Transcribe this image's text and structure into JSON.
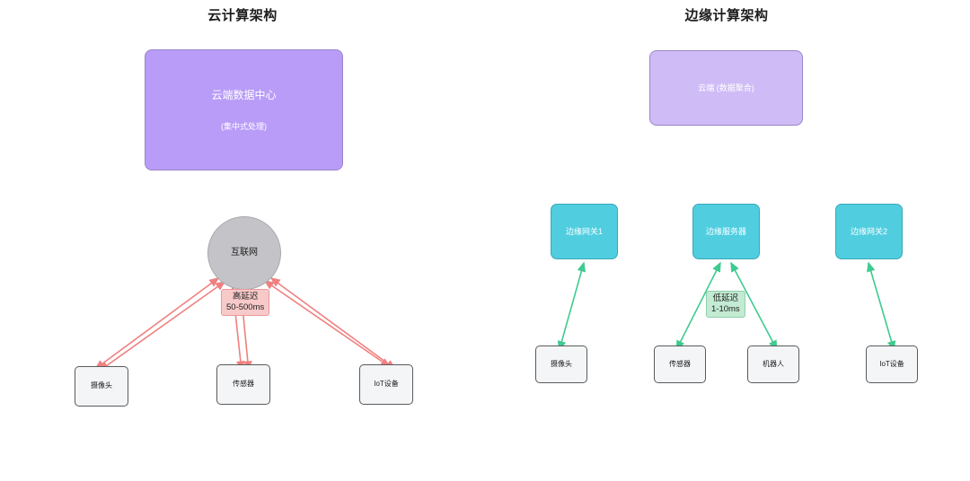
{
  "panels": {
    "left": {
      "title": "云计算架构",
      "cloud": {
        "primary": "云端数据中心",
        "secondary": "(集中式处理)"
      },
      "hub": {
        "label": "互联网"
      },
      "link_label": {
        "line1": "高延迟",
        "line2": "50-500ms"
      },
      "devices": [
        {
          "label": "摄像头"
        },
        {
          "label": "传感器"
        },
        {
          "label": "IoT设备"
        }
      ]
    },
    "right": {
      "title": "边缘计算架构",
      "cloud": {
        "primary": "云端 (数据聚合)"
      },
      "edge_nodes": [
        {
          "label": "边缘网关1"
        },
        {
          "label": "边缘服务器"
        },
        {
          "label": "边缘网关2"
        }
      ],
      "link_label": {
        "line1": "低延迟",
        "line2": "1-10ms"
      },
      "devices": [
        {
          "label": "摄像头"
        },
        {
          "label": "传感器"
        },
        {
          "label": "机器人"
        },
        {
          "label": "IoT设备"
        }
      ]
    }
  },
  "colors": {
    "cloud_main": "#b99cf8",
    "cloud_edge": "#cfbcf6",
    "internet": "#c4c4c8",
    "edge_node": "#50cee0",
    "device": "#f4f5f7",
    "high_latency_link": "#f08080",
    "low_latency_link": "#3dcb8f",
    "high_latency_label_bg": "#f8c9c9",
    "low_latency_label_bg": "#c3ead2"
  }
}
